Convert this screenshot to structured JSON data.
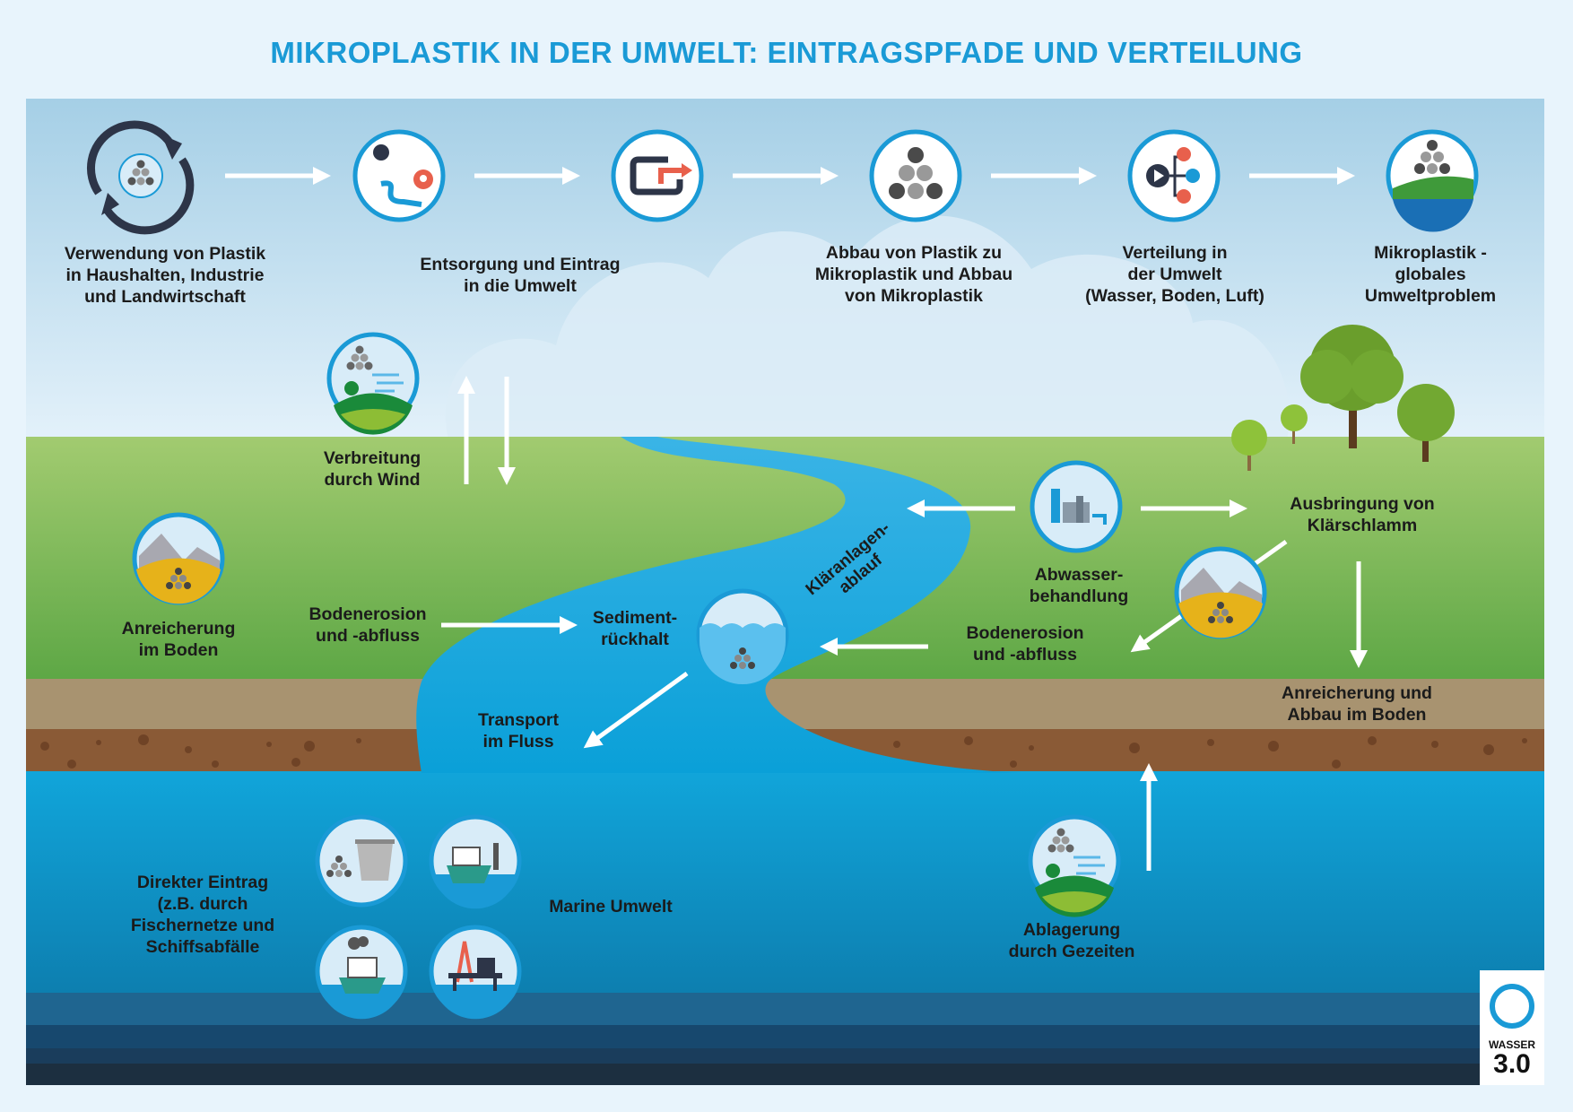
{
  "title": "MIKROPLASTIK IN DER UMWELT: EINTRAGSPFADE UND VERTEILUNG",
  "steps": [
    {
      "label1": "Verwendung von Plastik",
      "label2": "in Haushalten, Industrie",
      "label3": "und Landwirtschaft"
    },
    {
      "label1": "Entsorgung und Eintrag",
      "label2": "in die Umwelt"
    },
    {
      "label1": "Abbau von Plastik zu",
      "label2": "Mikroplastik und Abbau",
      "label3": "von Mikroplastik"
    },
    {
      "label1": "Verteilung in",
      "label2": "der Umwelt",
      "label3": "(Wasser, Boden, Luft)"
    },
    {
      "label1": "Mikroplastik -",
      "label2": "globales",
      "label3": "Umweltproblem"
    }
  ],
  "nodes": {
    "wind": {
      "l1": "Verbreitung",
      "l2": "durch Wind"
    },
    "soil_left": {
      "l1": "Anreicherung",
      "l2": "im Boden"
    },
    "erosion_left": {
      "l1": "Bodenerosion",
      "l2": "und -abfluss"
    },
    "sediment": {
      "l1": "Sediment-",
      "l2": "rückhalt"
    },
    "effluent": {
      "l1": "Kläranlagen-",
      "l2": "ablauf"
    },
    "wastewater": {
      "l1": "Abwasser-",
      "l2": "behandlung"
    },
    "sludge": {
      "l1": "Ausbringung von",
      "l2": "Klärschlamm"
    },
    "erosion_right": {
      "l1": "Bodenerosion",
      "l2": "und -abfluss"
    },
    "soil_right": {
      "l1": "Anreicherung und",
      "l2": "Abbau im Boden"
    },
    "transport": {
      "l1": "Transport",
      "l2": "im Fluss"
    },
    "direct": {
      "l1": "Direkter Eintrag",
      "l2": "(z.B. durch",
      "l3": "Fischernetze und",
      "l4": "Schiffsabfälle"
    },
    "marine": {
      "l1": "Marine Umwelt"
    },
    "tides": {
      "l1": "Ablagerung",
      "l2": "durch Gezeiten"
    }
  },
  "logo": {
    "word": "WASSER",
    "version": "3.0"
  },
  "colors": {
    "title": "#1a9ad6",
    "icon_ring": "#1a9ad6",
    "river": "#1fa6dd",
    "grass": "#7cb84e",
    "soil": "#a58f6a",
    "sea": "#0a7fb0"
  }
}
